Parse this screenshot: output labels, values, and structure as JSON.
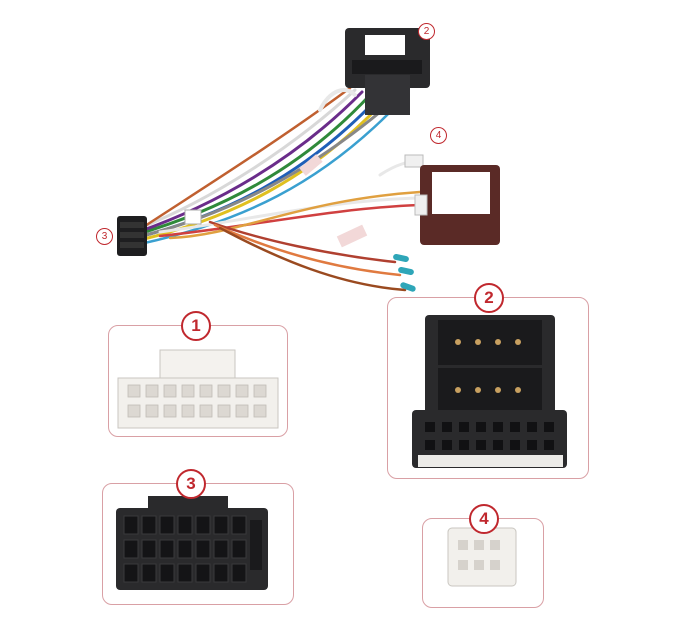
{
  "labels": {
    "harness_1": "2",
    "harness_2": "4",
    "harness_3": "3",
    "panel_1": "1",
    "panel_2": "2",
    "panel_3": "3",
    "panel_4": "4"
  },
  "colors": {
    "badge": "#c0282e",
    "panel_border": "#d9a0a5",
    "connector_black": "#2a2a2c",
    "connector_white": "#f2f0ec",
    "box_brown": "#5a2a26"
  }
}
